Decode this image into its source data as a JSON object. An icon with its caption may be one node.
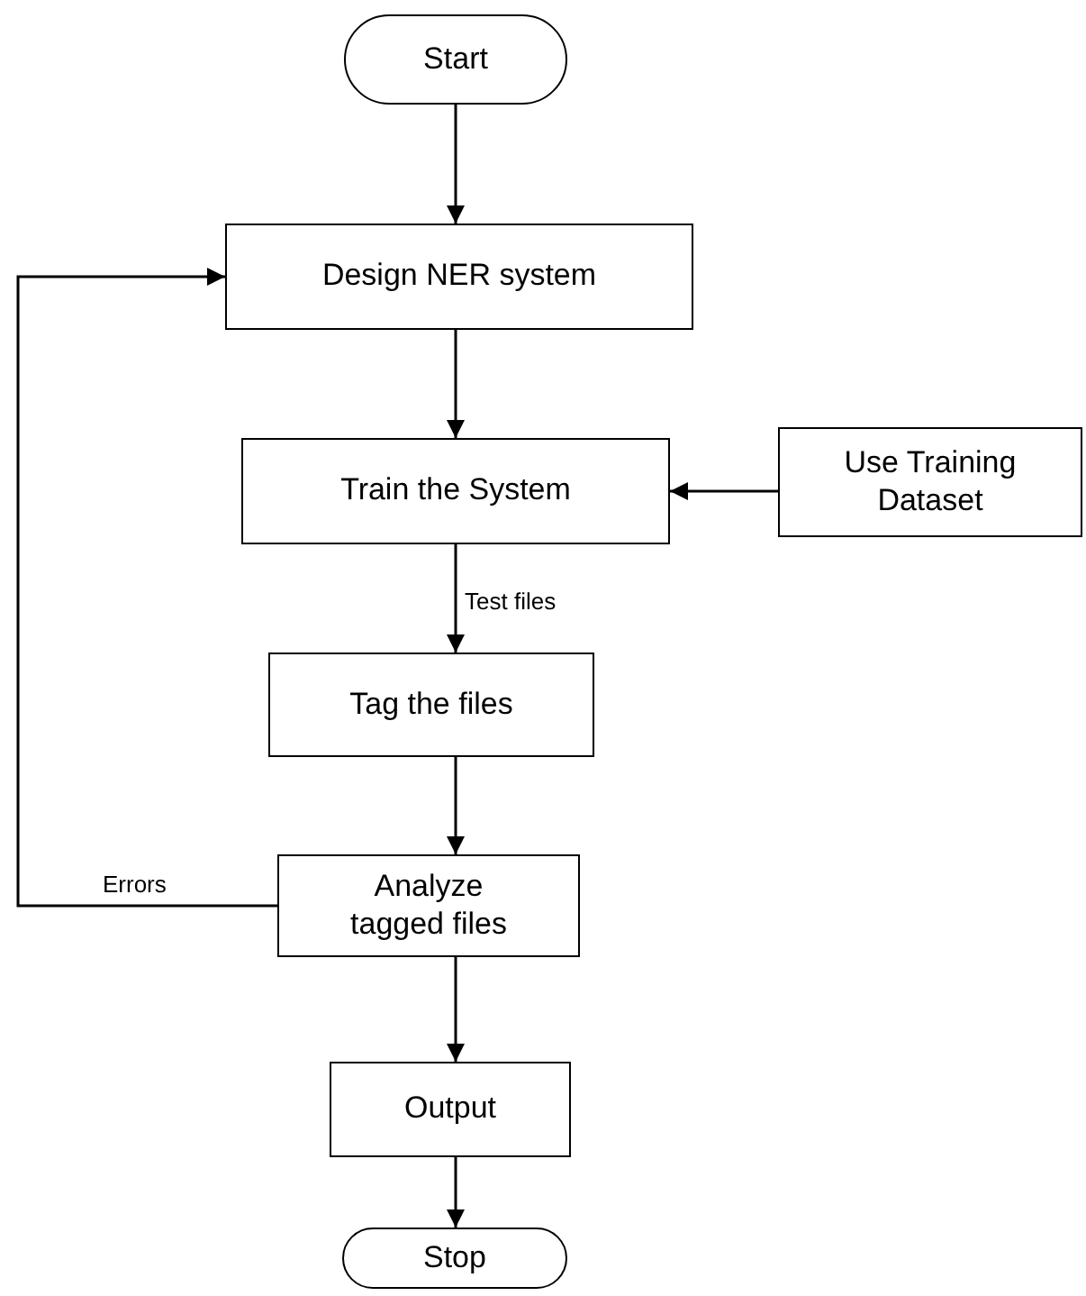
{
  "diagram": {
    "nodes": [
      {
        "text": [
          "Start"
        ]
      },
      {
        "text": [
          "Design NER system"
        ]
      },
      {
        "text": [
          "Train the System"
        ]
      },
      {
        "text": [
          "Use Training Dataset"
        ]
      },
      {
        "text": [
          "Tag the files"
        ]
      },
      {
        "text": [
          "Analyze tagged files"
        ]
      },
      {
        "text": [
          "Output"
        ]
      },
      {
        "text": [
          "Stop"
        ]
      }
    ],
    "edges": [
      {
        "from": 0,
        "to": 1,
        "arrow": "to"
      },
      {
        "from": 1,
        "to": 2,
        "arrow": "to"
      },
      {
        "from": 3,
        "to": 2,
        "arrow": "to"
      },
      {
        "from": 2,
        "to": 4,
        "arrow": "to",
        "label": "Test files"
      },
      {
        "from": 4,
        "to": 5,
        "arrow": "to"
      },
      {
        "from": 5,
        "to": 1,
        "arrow": "to",
        "label": "Errors"
      },
      {
        "from": 5,
        "to": 6,
        "arrow": "to"
      },
      {
        "from": 6,
        "to": 7,
        "arrow": "to"
      }
    ]
  }
}
